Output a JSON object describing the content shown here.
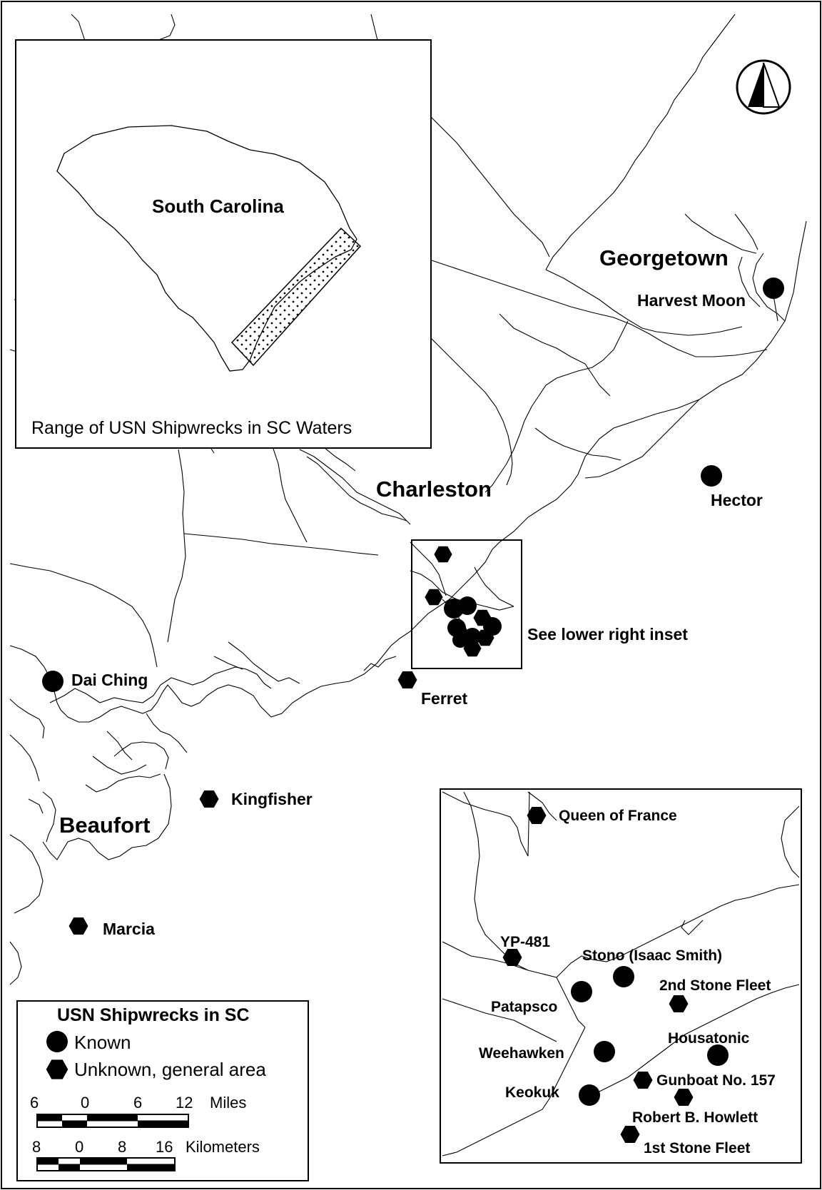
{
  "state_inset": {
    "state_label": "South Carolina",
    "caption": "Range of USN Shipwrecks in SC Waters"
  },
  "cities": {
    "georgetown": "Georgetown",
    "charleston": "Charleston",
    "beaufort": "Beaufort"
  },
  "callout": "See lower right inset",
  "wrecks": {
    "harvest_moon": {
      "name": "Harvest Moon",
      "status": "known"
    },
    "hector": {
      "name": "Hector",
      "status": "known"
    },
    "dai_ching": {
      "name": "Dai Ching",
      "status": "known"
    },
    "ferret": {
      "name": "Ferret",
      "status": "unknown"
    },
    "kingfisher": {
      "name": "Kingfisher",
      "status": "unknown"
    },
    "marcia": {
      "name": "Marcia",
      "status": "unknown"
    }
  },
  "harbor_inset": {
    "queen_of_france": {
      "name": "Queen of France",
      "status": "unknown"
    },
    "yp_481": {
      "name": "YP-481",
      "status": "unknown"
    },
    "stono": {
      "name": "Stono (Isaac Smith)",
      "status": "known"
    },
    "second_stone_fleet": {
      "name": "2nd Stone Fleet",
      "status": "unknown"
    },
    "patapsco": {
      "name": "Patapsco",
      "status": "known"
    },
    "housatonic": {
      "name": "Housatonic",
      "status": "known"
    },
    "weehawken": {
      "name": "Weehawken",
      "status": "known"
    },
    "gunboat_157": {
      "name": "Gunboat No. 157",
      "status": "unknown"
    },
    "keokuk": {
      "name": "Keokuk",
      "status": "known"
    },
    "robert_howlett": {
      "name": "Robert B. Howlett",
      "status": "unknown"
    },
    "first_stone_fleet": {
      "name": "1st Stone Fleet",
      "status": "unknown"
    }
  },
  "legend": {
    "title": "USN Shipwrecks in SC",
    "known": "Known",
    "unknown": "Unknown, general area",
    "miles_ticks": [
      "6",
      "0",
      "6",
      "12"
    ],
    "miles_unit": "Miles",
    "km_ticks": [
      "8",
      "0",
      "8",
      "16"
    ],
    "km_unit": "Kilometers"
  },
  "colors": {
    "ink": "#000000",
    "paper": "#ffffff"
  },
  "icons": {
    "north_arrow": "north-arrow-icon",
    "known": "circle-marker",
    "unknown": "hexagon-marker"
  }
}
